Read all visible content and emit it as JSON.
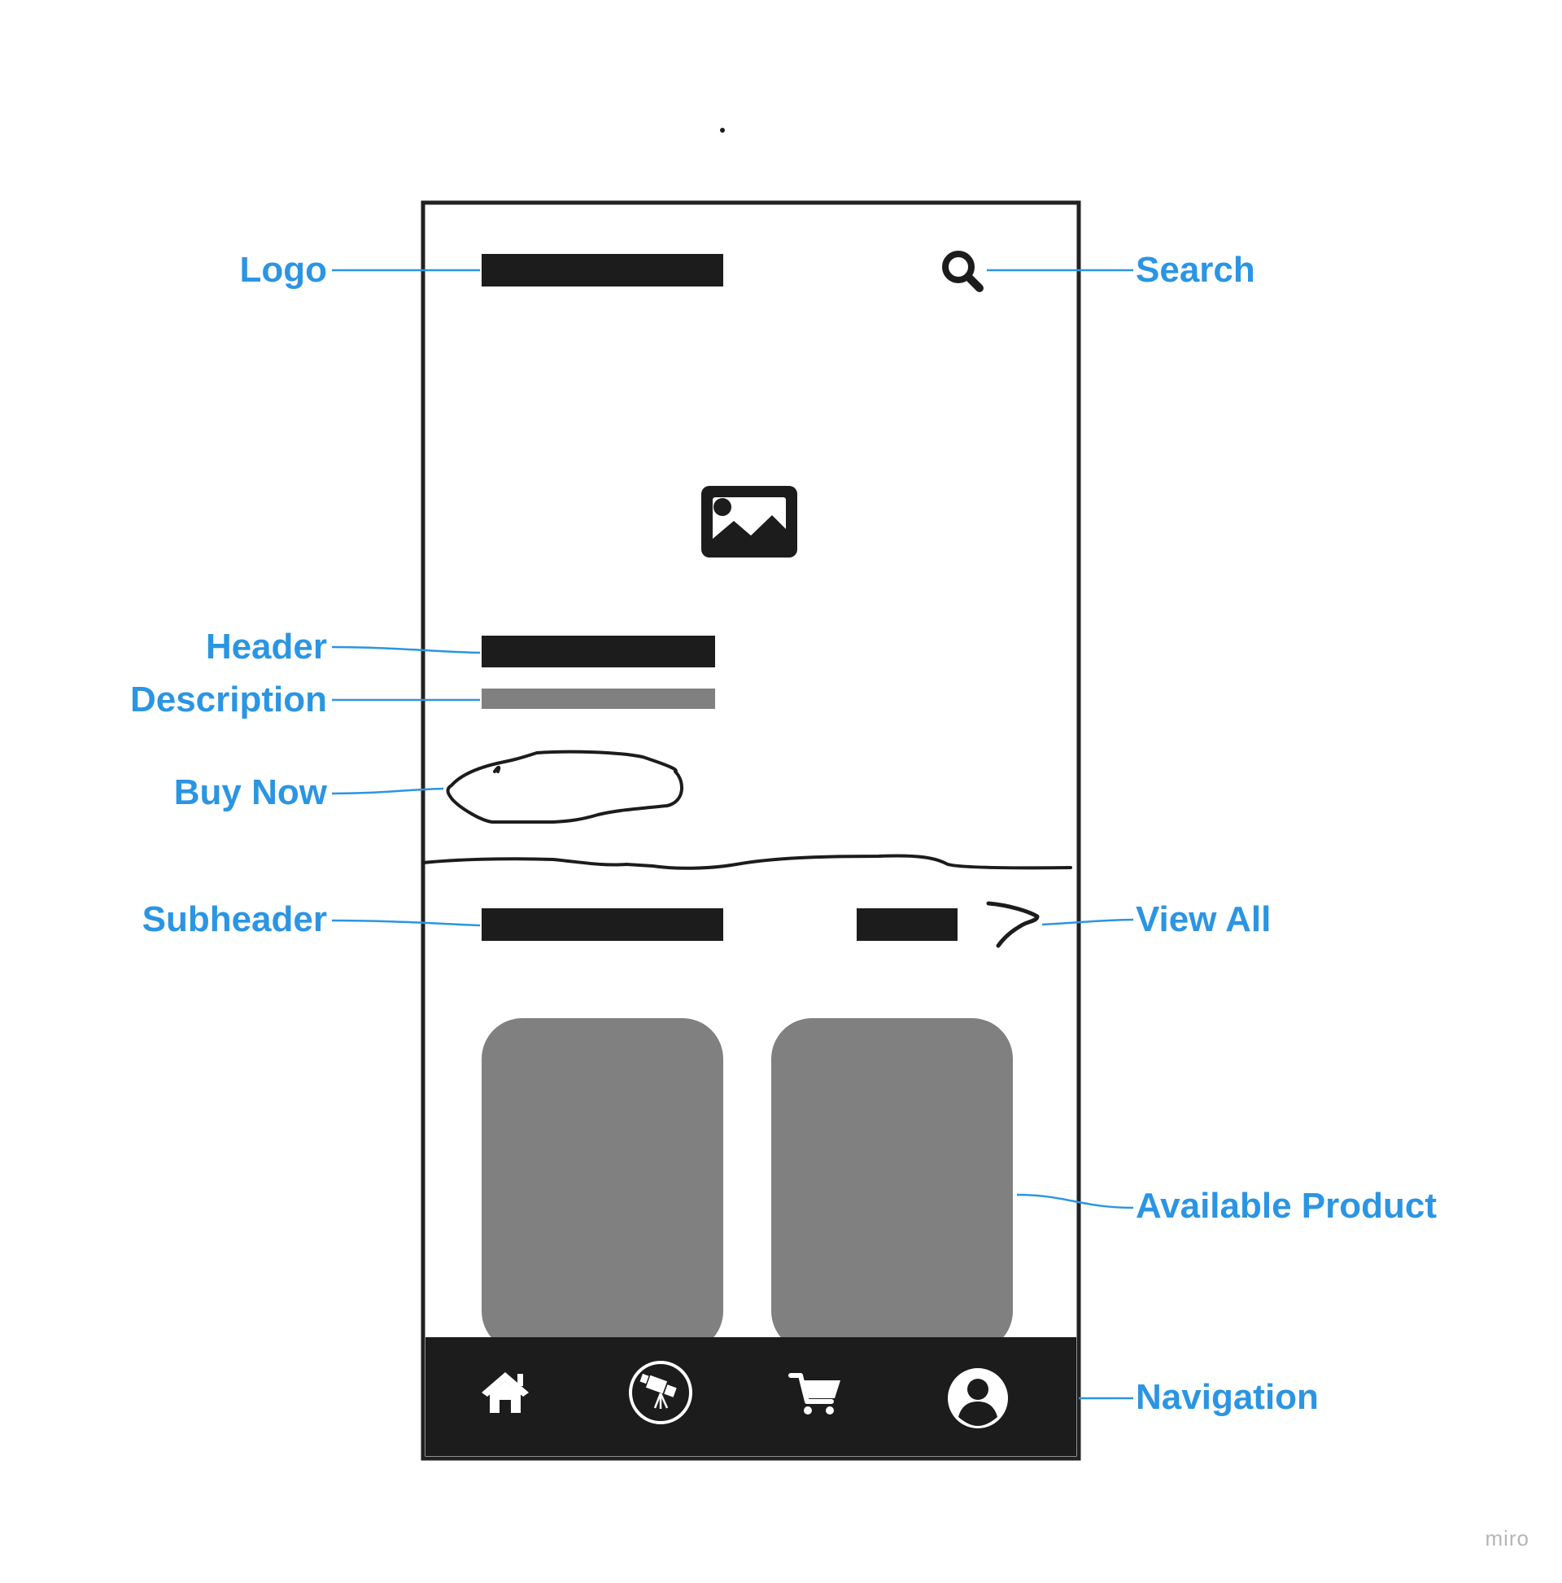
{
  "colors": {
    "annotation": "#2b95e3",
    "dark": "#1c1c1c",
    "gray": "#808080",
    "frame": "#222222",
    "background": "#ffffff",
    "nav_icon": "#ffffff",
    "watermark": "#b5b5b5"
  },
  "callouts": {
    "logo": "Logo",
    "search": "Search",
    "header": "Header",
    "description": "Description",
    "buy_now": "Buy Now",
    "subheader": "Subheader",
    "view_all": "View All",
    "available_product": "Available Product",
    "navigation": "Navigation"
  },
  "icons": {
    "search": "search-icon",
    "hero_image": "image-placeholder-icon",
    "nav": [
      "home-icon",
      "telescope-icon",
      "cart-icon",
      "user-icon"
    ]
  },
  "product_card_count": 2,
  "watermark": "miro"
}
